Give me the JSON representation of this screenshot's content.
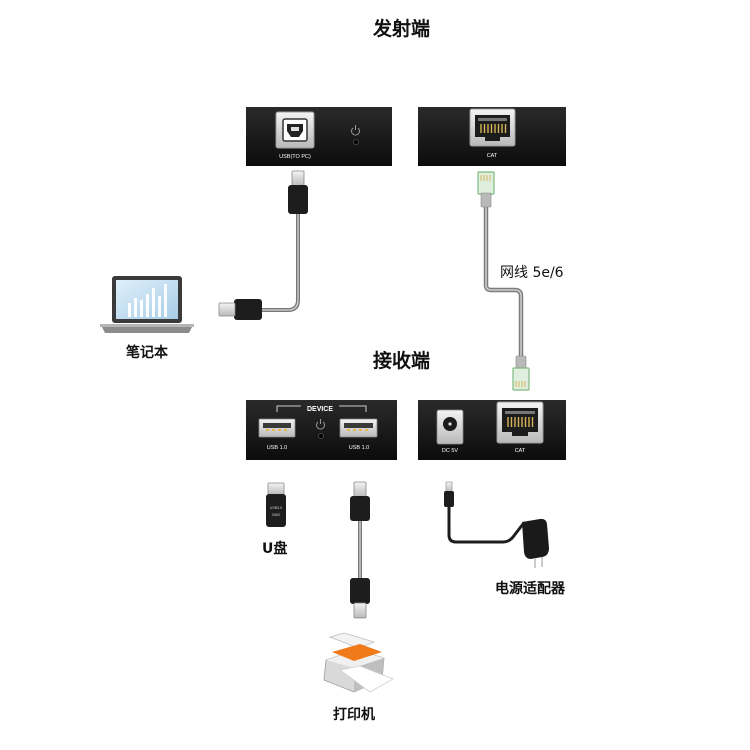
{
  "transmitter": {
    "title": "发射端",
    "usb_port_label": "USB(TO PC)",
    "cat_port_label": "CAT"
  },
  "receiver": {
    "title": "接收端",
    "device_label": "DEVICE",
    "usb_left_label": "USB 1.0",
    "usb_right_label": "USB 1.0",
    "dc_label": "DC 5V",
    "cat_port_label": "CAT"
  },
  "cable": {
    "label": "网线 5e/6"
  },
  "devices": {
    "laptop": "笔记本",
    "udisk": "U盘",
    "udisk_print_1": "USB3.0",
    "udisk_print_2": "256G",
    "printer": "打印机",
    "adapter": "电源适配器"
  },
  "colors": {
    "unit_body": "#151515",
    "port_metal": "#d8d8d8",
    "cable_gray": "#8a8a8a",
    "rj45_green": "#7fb97f",
    "printer_orange": "#f07a1a"
  }
}
